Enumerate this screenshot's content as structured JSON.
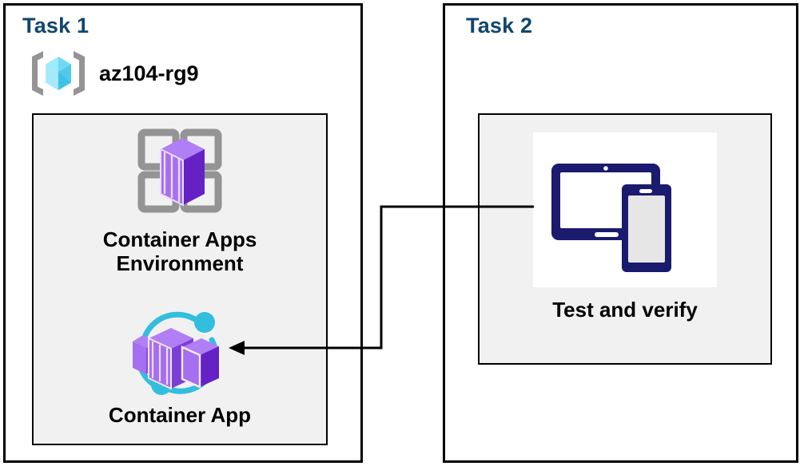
{
  "diagram": {
    "title": "Azure Container Apps task diagram",
    "colors": {
      "task_title": "#11466d",
      "panel_border": "#000000",
      "inner_box_fill": "#f1f1f1",
      "container_purple": "#7c3fd4",
      "container_purple_light": "#a66ef0",
      "container_purple_dark": "#6422c4",
      "accent_cyan": "#32bedd",
      "resource_group_gray": "#949494",
      "device_navy": "#1a1a6e",
      "connector": "#000000"
    },
    "panels": [
      {
        "id": "task1",
        "title": "Task 1",
        "resource_group": {
          "icon": "azure-resource-group-icon",
          "name": "az104-rg9"
        },
        "nodes": [
          {
            "id": "container-apps-environment",
            "icon": "container-apps-environment-icon",
            "label": "Container Apps\nEnvironment"
          },
          {
            "id": "container-app",
            "icon": "container-app-icon",
            "label": "Container App"
          }
        ]
      },
      {
        "id": "task2",
        "title": "Task 2",
        "nodes": [
          {
            "id": "test-and-verify",
            "icon": "devices-tablet-phone-icon",
            "label": "Test and verify"
          }
        ]
      }
    ],
    "connector": {
      "from": "test-and-verify",
      "to": "container-app",
      "arrow": "left-arrowhead"
    }
  }
}
